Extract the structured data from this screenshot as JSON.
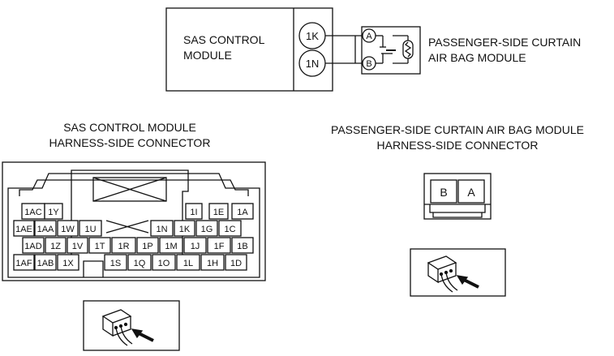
{
  "diagram": {
    "module_label": [
      "SAS CONTROL",
      "MODULE"
    ],
    "terminal_top": "1K",
    "terminal_bottom": "1N",
    "connector_top": "A",
    "connector_bottom": "B",
    "passenger_label": [
      "PASSENGER-SIDE CURTAIN",
      "AIR BAG MODULE"
    ]
  },
  "left_connector": {
    "title": [
      "SAS CONTROL MODULE",
      "HARNESS-SIDE CONNECTOR"
    ],
    "rows": [
      [
        "1AC",
        "1Y",
        "1I",
        "1E",
        "1A"
      ],
      [
        "1AE",
        "1AA",
        "1W",
        "1U",
        "1N",
        "1K",
        "1G",
        "1C"
      ],
      [
        "1AD",
        "1Z",
        "1V",
        "1T",
        "1R",
        "1P",
        "1M",
        "1J",
        "1F",
        "1B"
      ],
      [
        "1AF",
        "1AB",
        "1X",
        "1S",
        "1Q",
        "1O",
        "1L",
        "1H",
        "1D"
      ]
    ]
  },
  "right_connector": {
    "title": [
      "PASSENGER-SIDE CURTAIN AIR BAG MODULE",
      "HARNESS-SIDE CONNECTOR"
    ],
    "pins": [
      "B",
      "A"
    ]
  },
  "icons": [
    "probe-view-icon",
    "probe-view-icon"
  ]
}
